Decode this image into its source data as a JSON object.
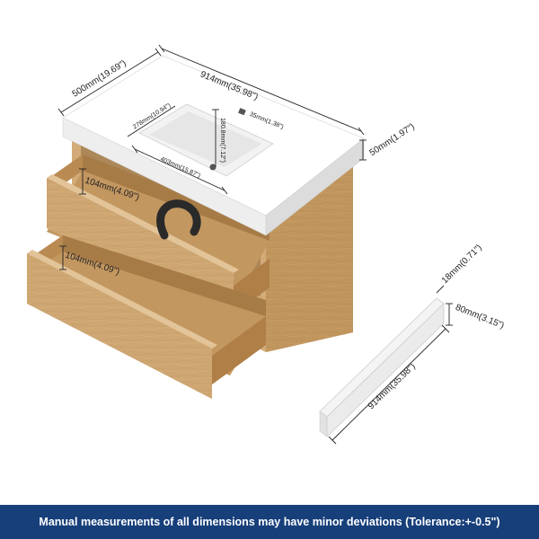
{
  "colors": {
    "wood": "#c9a06a",
    "wood_dark": "#a77b46",
    "countertop": "#ffffff",
    "footer_bg": "#173f7a"
  },
  "dimensions": {
    "top_width": "914mm(35.98\")",
    "top_depth": "500mm(19.69\")",
    "top_thickness": "50mm(1.97\")",
    "sink_depth": "278mm(10.94\")",
    "sink_width": "403mm(15.87\")",
    "sink_height": "180.8mm(7.12\")",
    "faucet_hole": "35mm(1.38\")",
    "drawer_upper_height": "104mm(4.09\")",
    "drawer_lower_height": "104mm(4.09\")",
    "backsplash_thickness": "18mm(0.71\")",
    "backsplash_height": "80mm(3.15\")",
    "backsplash_length": "914mm(35.98\")"
  },
  "footer": {
    "note": "Manual measurements of all dimensions may have minor deviations (Tolerance:+-0.5\")"
  }
}
